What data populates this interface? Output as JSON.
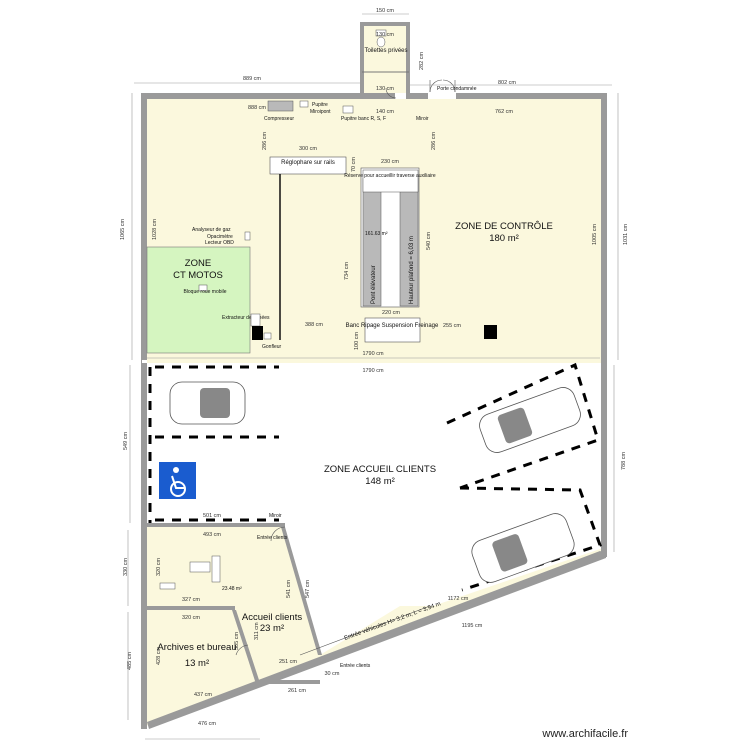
{
  "colors": {
    "room_fill": "#fbf8dd",
    "zone_motos": "#d5f5c0",
    "wall": "#9a9a9a",
    "lift": "#b9b9b9",
    "handicap_blue": "#1a5ccf"
  },
  "rooms": {
    "toilets": "Toilettes privées",
    "porte_condamnee": "Porte condamnée",
    "reglophare": "Réglophare sur rails",
    "reserve": "Réserve pour accueillir traverse auxiliaire",
    "analyseur": "Analyseur de gaz",
    "opacimetre": "Opacimètre",
    "lecteur_obd": "Lecteur OBD",
    "zone_motos_1": "ZONE",
    "zone_motos_2": "CT MOTOS",
    "bloque_roue": "Bloque roue mobile",
    "extracteur": "Extracteur de fumées",
    "gonfleur": "Gonfleur",
    "pont_elevateur": "Pont élévateur",
    "hauteur_plafond": "Hauteur plafond = 6,03 m",
    "bloc_freinage": "Banc Ripage Suspension Freinage",
    "zone_controle_1": "ZONE DE CONTRÔLE",
    "zone_controle_2": "180 m²",
    "compresseur": "Compresseur",
    "pupitre1": "Pupitre",
    "miroipont": "Miroipont",
    "pupitre2": "Pupitre banc R, S, F",
    "miroir_top": "Miroir",
    "zone_accueil_1": "ZONE ACCUEIL CLIENTS",
    "zone_accueil_2": "148 m²",
    "miroir_bottom": "Miroir",
    "entree_clients_1": "Entrée clients",
    "entree_clients_2": "Entrée clients",
    "accueil_1": "Accueil clients",
    "accueil_2": "23 m²",
    "archives_1": "Archives et bureau",
    "archives_2": "13 m²",
    "entree_vehicules": "Entrée véhicules H= 3,2 m, L = 3,94 m",
    "small_area": "23.48 m²",
    "small_area2": "161.63 m²"
  },
  "dims": {
    "d150": "150 cm",
    "d130a": "130 cm",
    "d130b": "130 cm",
    "d282": "282 cm",
    "d889": "889 cm",
    "d802": "802 cm",
    "d888": "888 cm",
    "d762": "762 cm",
    "d286a": "286 cm",
    "d300": "300 cm",
    "d70": "70 cm",
    "d230": "230 cm",
    "d140": "140 cm",
    "d286b": "286 cm",
    "d1065": "1065 cm",
    "d1028": "1028 cm",
    "d734": "734 cm",
    "d540": "540 cm",
    "d1005": "1005 cm",
    "d1031": "1031 cm",
    "d388": "388 cm",
    "d220": "220 cm",
    "d255": "255 cm",
    "d100": "100 cm",
    "d1790a": "1790 cm",
    "d1790b": "1790 cm",
    "d549": "549 cm",
    "d788": "788 cm",
    "d501": "501 cm",
    "d493": "493 cm",
    "d320a": "320 cm",
    "d330": "330 cm",
    "d547": "547 cm",
    "d541": "541 cm",
    "d327": "327 cm",
    "d1172": "1172 cm",
    "d1195": "1195 cm",
    "d320b": "320 cm",
    "d305": "305 cm",
    "d428": "428 cm",
    "d311": "311 cm",
    "d251": "251 cm",
    "d485": "485 cm",
    "d437": "437 cm",
    "d261": "261 cm",
    "d30": "30 cm",
    "d476": "476 cm"
  },
  "watermark": "www.archifacile.fr"
}
